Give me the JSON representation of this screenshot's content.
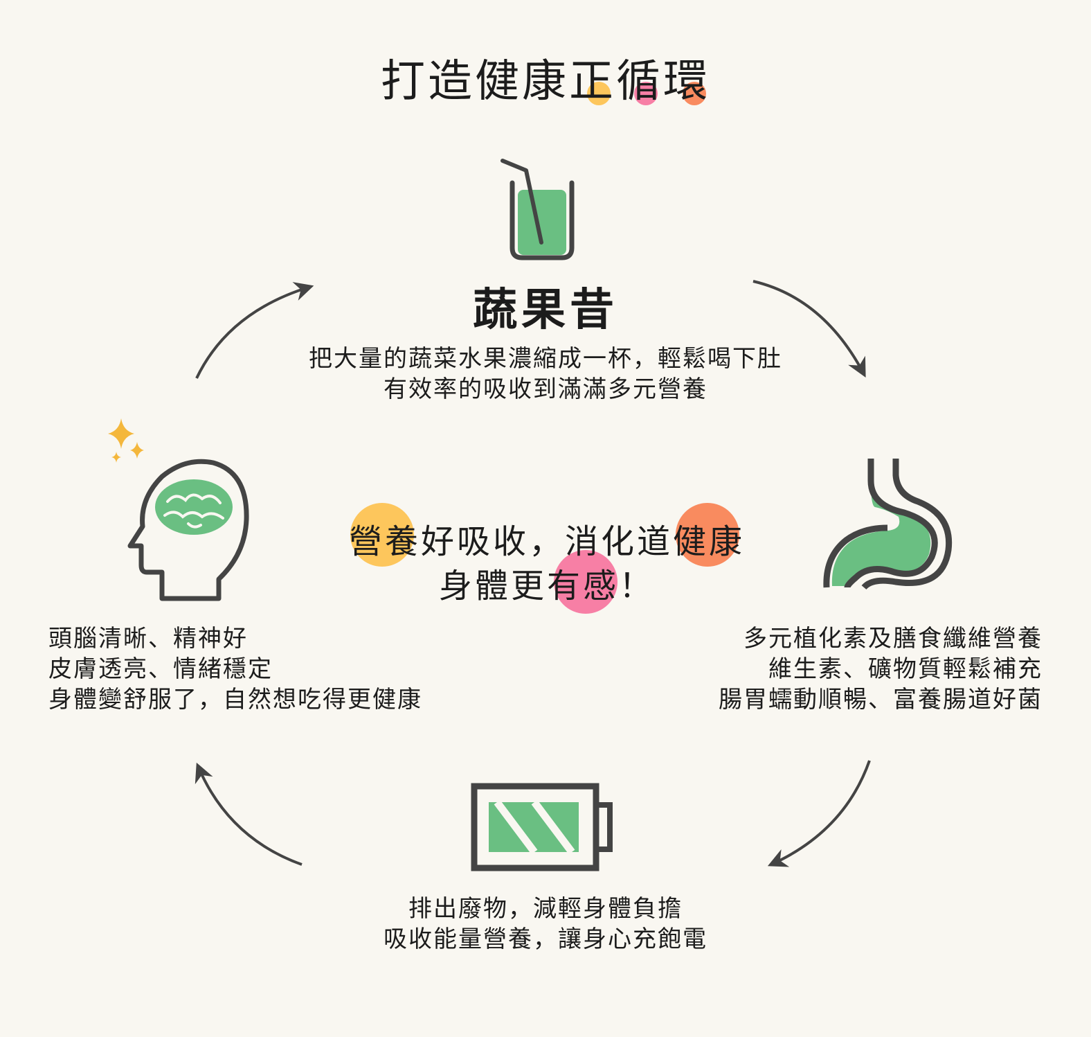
{
  "title": "打造健康正循環",
  "colors": {
    "background": "#f9f7f1",
    "icon_green": "#6abf82",
    "icon_stroke": "#444444",
    "accent_yellow": "#fdc65c",
    "accent_pink": "#f77fa5",
    "accent_orange": "#f98b5f",
    "sparkle": "#f4b73c"
  },
  "smoothie": {
    "title": "蔬果昔",
    "lines": [
      "把大量的蔬菜水果濃縮成一杯，輕鬆喝下肚",
      "有效率的吸收到滿滿多元營養"
    ],
    "icon": "smoothie-cup-icon"
  },
  "center": {
    "line1": "營養好吸收，消化道健康",
    "line2": "身體更有感！"
  },
  "stomach": {
    "lines": [
      "多元植化素及膳食纖維營養",
      "維生素、礦物質輕鬆補充",
      "腸胃蠕動順暢、富養腸道好菌"
    ],
    "icon": "stomach-icon"
  },
  "battery": {
    "lines": [
      "排出廢物，減輕身體負擔",
      "吸收能量營養，讓身心充飽電"
    ],
    "icon": "battery-icon"
  },
  "brain": {
    "lines": [
      "頭腦清晰、精神好",
      "皮膚透亮、情緒穩定",
      "身體變舒服了，自然想吃得更健康"
    ],
    "icon": "head-brain-icon"
  }
}
